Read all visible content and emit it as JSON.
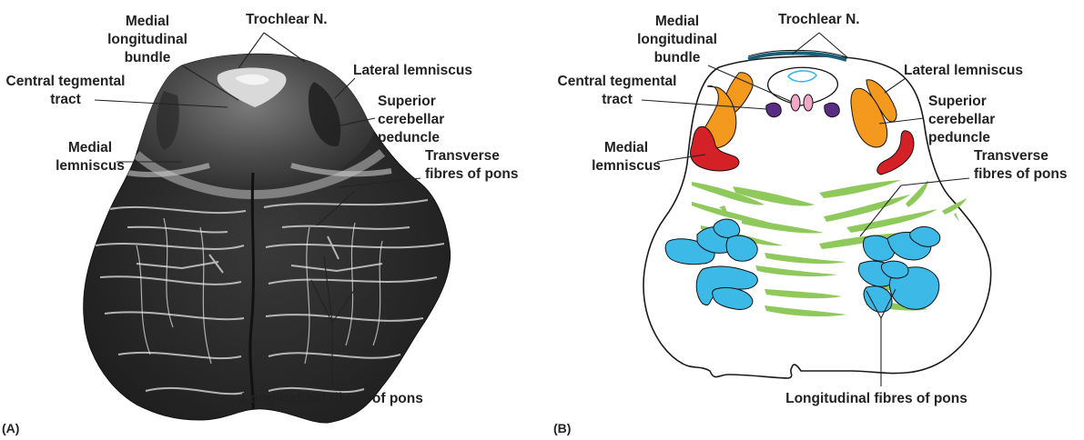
{
  "panels": {
    "a": {
      "tag": "(A)",
      "labels": {
        "trochlear": "Trochlear N.",
        "mlb1": "Medial",
        "mlb2": "longitudinal",
        "mlb3": "bundle",
        "ctt1": "Central tegmental",
        "ctt2": "tract",
        "ll": "Lateral lemniscus",
        "scp1": "Superior",
        "scp2": "cerebellar",
        "scp3": "peduncle",
        "ml1": "Medial",
        "ml2": "lemniscus",
        "tfp1": "Transverse",
        "tfp2": "fibres of pons",
        "lfp": "Longitudinal fibres of pons"
      }
    },
    "b": {
      "tag": "(B)",
      "labels": {
        "trochlear": "Trochlear N.",
        "mlb1": "Medial",
        "mlb2": "longitudinal",
        "mlb3": "bundle",
        "ctt1": "Central tegmental",
        "ctt2": "tract",
        "ll": "Lateral lemniscus",
        "scp1": "Superior",
        "scp2": "cerebellar",
        "scp3": "peduncle",
        "ml1": "Medial",
        "ml2": "lemniscus",
        "tfp1": "Transverse",
        "tfp2": "fibres of pons",
        "lfp": "Longitudinal fibres of pons"
      }
    }
  },
  "colors": {
    "superior_cerebellar_peduncle": "#f39a1e",
    "medial_lemniscus": "#d42027",
    "central_tegmental_tract": "#5b2c83",
    "medial_longitudinal_bundle": "#f2a6c8",
    "trochlear_nerve": "#1a5e7a",
    "aqueduct": "#33b5e5",
    "transverse_fibres": "#8fc95c",
    "pontine_nuclei": "#3db9e8"
  }
}
